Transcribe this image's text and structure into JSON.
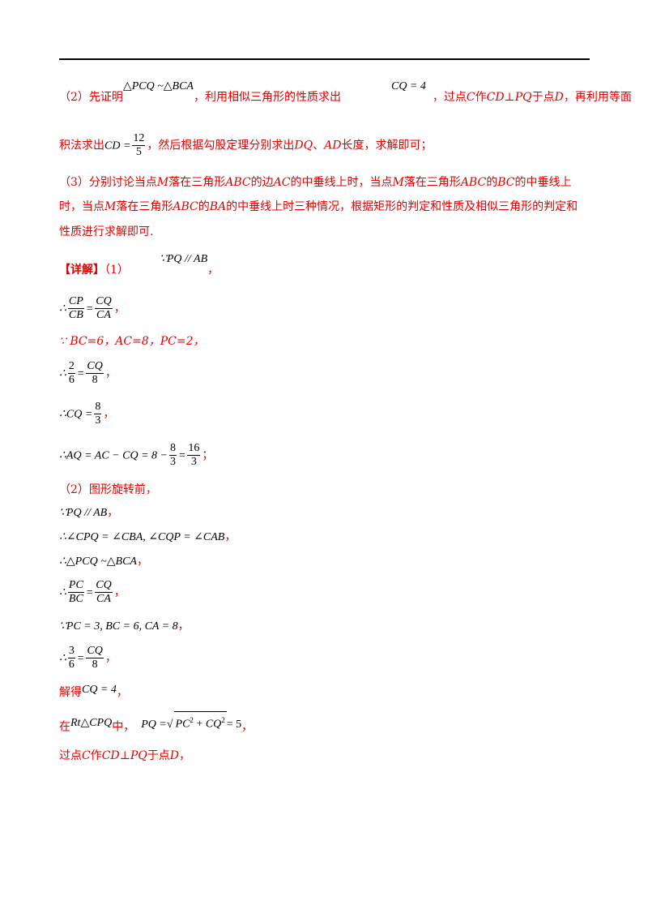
{
  "p2_intro": {
    "prefix": "（2）先证明",
    "sim_expr": "△PCQ ~△BCA",
    "mid": "，利用相似三角形的性质求出",
    "cq_expr": "CQ = 4",
    "suffix_a": "，过点",
    "C": "C",
    "zuo": "作",
    "cdpq": "CD⊥PQ",
    "yudian": "于点",
    "D": "D",
    "suffix_b": "，再利用等面"
  },
  "p2_line2": {
    "prefix": "积法求出",
    "cd_lhs": "CD =",
    "cd_num": "12",
    "cd_den": "5",
    "mid": "，然后根据勾股定理分别求出",
    "DQ": "DQ",
    "sep": "、",
    "AD": "AD",
    "suffix": "长度，求解即可；"
  },
  "p3": {
    "l1a": "（3）分别讨论当点",
    "M1": "M",
    "l1b": "落在三角形",
    "ABC1": "ABC",
    "l1c": "的边",
    "AC": "AC",
    "l1d": "的中垂线上时，当点",
    "M2": "M",
    "l1e": "落在三角形",
    "ABC2": "ABC",
    "l1f": "的",
    "BC": "BC",
    "l1g": "的中垂线上",
    "l2a": "时，当点",
    "M3": "M",
    "l2b": "落在三角形",
    "ABC3": "ABC",
    "l2c": "的",
    "BA": "BA",
    "l2d": "的中垂线上时三种情况，根据矩形的判定和性质及相似三角形的判定和",
    "l3": "性质进行求解即可."
  },
  "detail": {
    "label": "【详解】",
    "part": "（1）",
    "because_pq": "∵PQ // AB",
    "comma": "，"
  },
  "s1": {
    "therefore": "∴",
    "n1": "CP",
    "d1": "CB",
    "eq": "=",
    "n2": "CQ",
    "d2": "CA",
    "end": "，"
  },
  "s2": {
    "text": "∵ BC=6，AC=8，PC=2，"
  },
  "s3": {
    "therefore": "∴",
    "n1": "2",
    "d1": "6",
    "eq": "=",
    "n2": "CQ",
    "d2": "8",
    "end": "，"
  },
  "s4": {
    "therefore": "∴",
    "lhs": "CQ =",
    "n": "8",
    "d": "3",
    "end": "，"
  },
  "s5": {
    "therefore": "∴",
    "expr": "AQ = AC − CQ = 8 −",
    "n1": "8",
    "d1": "3",
    "eq": "=",
    "n2": "16",
    "d2": "3",
    "end": "；"
  },
  "p2": {
    "heading": "（2）图形旋转前，",
    "t1": "∵PQ // AB",
    "t1_end": "，",
    "t2": "∴∠CPQ = ∠CBA, ∠CQP = ∠CAB",
    "t2_end": "，",
    "t3": "∴△PCQ ~△BCA",
    "t3_end": "，",
    "t4_therefore": "∴",
    "t4_n1": "PC",
    "t4_d1": "BC",
    "t4_eq": "=",
    "t4_n2": "CQ",
    "t4_d2": "CA",
    "t4_end": "，",
    "t5": "∵PC = 3, BC = 6, CA = 8",
    "t5_end": "，",
    "t6_therefore": "∴",
    "t6_n1": "3",
    "t6_d1": "6",
    "t6_eq": "=",
    "t6_n2": "CQ",
    "t6_d2": "8",
    "t6_end": "，",
    "t7_prefix": "解得",
    "t7_expr": "CQ = 4",
    "t7_end": "，",
    "t8_zai": "在",
    "t8_tri": "Rt△CPQ",
    "t8_zhong": "中，",
    "t8_lhs": "PQ =",
    "t8_pc": "PC",
    "t8_two1": "2",
    "t8_plus": " + ",
    "t8_cq": "CQ",
    "t8_two2": "2",
    "t8_rhs": "= 5",
    "t8_end": "，",
    "t9a": "过点",
    "t9C": "C",
    "t9b": "作",
    "t9cdpq": "CD⊥PQ",
    "t9c": "于点",
    "t9D": "D",
    "t9d": "，"
  }
}
